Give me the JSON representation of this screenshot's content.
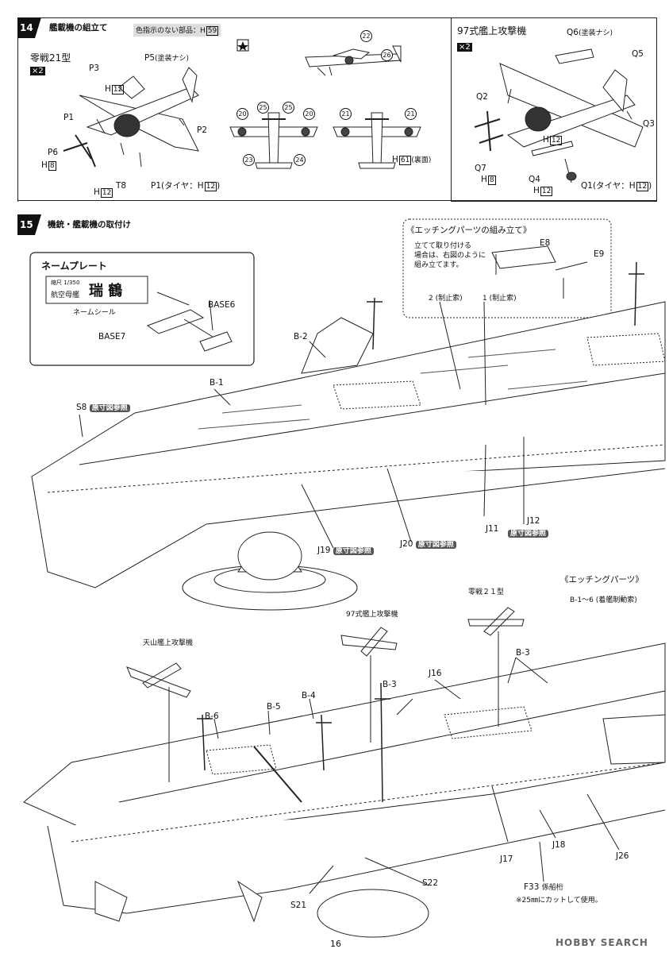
{
  "step14": {
    "number": "14",
    "title": "艦載機の組立て",
    "color_note": "色指示のない部品：H",
    "color_note_num": "59",
    "zero": {
      "name": "零戦21型",
      "qty": "×2",
      "labels": {
        "p3": "P3",
        "p5": "P5",
        "p5note": "(塗装ナシ)",
        "h12a": "H",
        "h12a_n": "12",
        "p1": "P1",
        "p2": "P2",
        "p6": "P6",
        "h8": "H",
        "h8_n": "8",
        "t8": "T8",
        "h12b": "H",
        "h12b_n": "12",
        "p1tire": "P1(タイヤ：H",
        "p1tire_n": "12",
        "p1tire_end": ")"
      }
    },
    "decal_markers": {
      "m22": "22",
      "m26": "26",
      "m20a": "20",
      "m25a": "25",
      "m25b": "25",
      "m20b": "20",
      "m23": "23",
      "m24": "24",
      "m21a": "21",
      "m21b": "21",
      "underside": "H",
      "underside_n": "61",
      "underside_note": "(裏面)"
    },
    "kate": {
      "name": "97式艦上攻撃機",
      "qty": "×2",
      "labels": {
        "q6": "Q6",
        "q6note": "(塗装ナシ)",
        "q5": "Q5",
        "q2": "Q2",
        "q3": "Q3",
        "h12": "H",
        "h12_n": "12",
        "q7": "Q7",
        "h8": "H",
        "h8_n": "8",
        "q4": "Q4",
        "h12b": "H",
        "h12b_n": "12",
        "q1": "Q1(タイヤ：H",
        "q1_n": "12",
        "q1_end": ")"
      }
    }
  },
  "step15": {
    "number": "15",
    "title": "機銃・艦載機の取付け",
    "nameplate": {
      "title": "ネームプレート",
      "scale": "縮尺 1/350",
      "ship_type": "航空母艦",
      "ship_name": "瑞 鶴",
      "seal": "ネームシール",
      "base6": "BASE6",
      "base7": "BASE7"
    },
    "etching_assembly": {
      "title": "《エッチングパーツの組み立て》",
      "note1": "立てて取り付ける",
      "note2": "場合は、右図のように",
      "note3": "組み立てます。",
      "e8": "E8",
      "e9": "E9"
    },
    "upper": {
      "b2": "B-2",
      "b1": "B-1",
      "s8": "S8",
      "ref1": "原寸図参照",
      "wire2": "2 (制止索)",
      "wire1": "1 (制止索)",
      "j19": "J19",
      "ref2": "原寸図参照",
      "j20": "J20",
      "ref3": "原寸図参照",
      "j11": "J11",
      "j12": "J12",
      "ref4": "原寸図参照"
    },
    "etching_parts": {
      "title": "《エッチングパーツ》",
      "desc": "B-1〜6 (着艦制動索)"
    },
    "lower": {
      "zero": "零戦２１型",
      "kate": "97式艦上攻撃機",
      "jill": "天山艦上攻撃機",
      "b3a": "B-3",
      "b3b": "B-3",
      "j16": "J16",
      "b6": "B-6",
      "b5": "B-5",
      "b4": "B-4",
      "j18": "J18",
      "j26": "J26",
      "j17": "J17",
      "f33": "F33",
      "f33note": "係船桁",
      "f33cut": "※25㎜にカットして使用。",
      "s22": "S22",
      "s21": "S21"
    }
  },
  "page_number": "16",
  "watermark": "HOBBY SEARCH"
}
